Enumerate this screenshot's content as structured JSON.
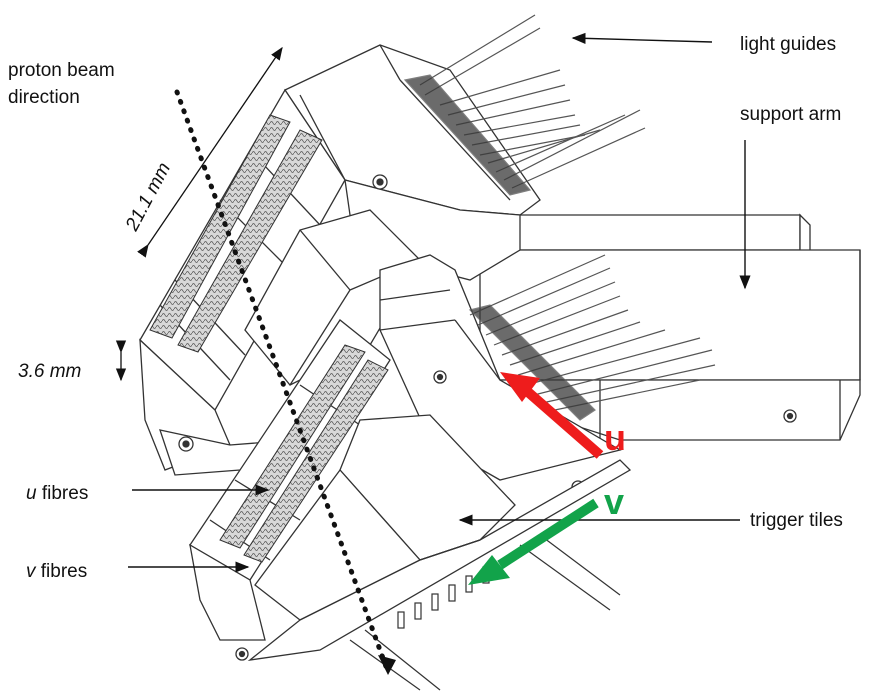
{
  "labels": {
    "proton_beam_line1": "proton beam",
    "proton_beam_line2": "direction",
    "length_dim": "21.1 mm",
    "thickness_dim": "3.6 mm",
    "u_fibres_letter": "u",
    "u_fibres_word": " fibres",
    "v_fibres_letter": "v",
    "v_fibres_word": " fibres",
    "light_guides": "light guides",
    "support_arm": "support arm",
    "trigger_tiles": "trigger tiles"
  },
  "axes": {
    "u_label": "u",
    "v_label": "v",
    "u_color": "#ee1c1c",
    "v_color": "#12a34a"
  }
}
